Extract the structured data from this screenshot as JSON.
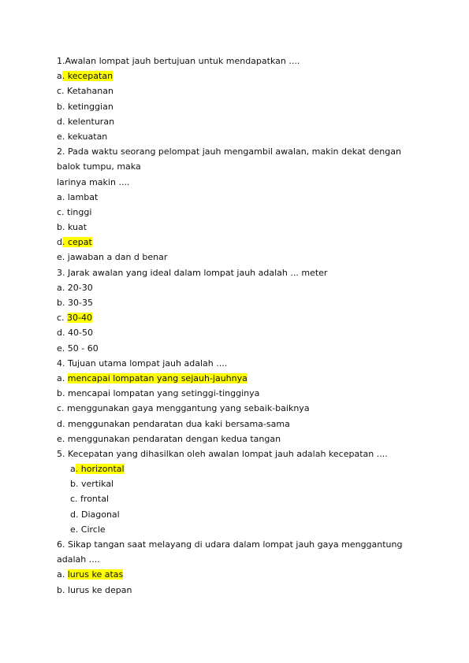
{
  "questions": [
    {
      "q": [
        "1.Awalan lompat jauh bertujuan untuk mendapatkan ...."
      ],
      "options": [
        {
          "prefix": "a",
          "text": ". kecepatan",
          "hl": true
        },
        {
          "prefix": "c. Ketahanan",
          "text": ""
        },
        {
          "prefix": "b. ketinggian",
          "text": ""
        },
        {
          "prefix": "d. kelenturan",
          "text": ""
        },
        {
          "prefix": "e. kekuatan",
          "text": ""
        }
      ]
    },
    {
      "q": [
        "2. Pada waktu seorang pelompat jauh mengambil awalan, makin dekat dengan",
        "balok tumpu, maka",
        "larinya makin ...."
      ],
      "options": [
        {
          "prefix": "a. lambat",
          "text": ""
        },
        {
          "prefix": "c. tinggi",
          "text": ""
        },
        {
          "prefix": "b. kuat",
          "text": ""
        },
        {
          "prefix": "d",
          "text": ". cepat",
          "hl": true
        },
        {
          "prefix": "e. jawaban a dan d benar",
          "text": ""
        }
      ]
    },
    {
      "q": [
        "3. Jarak awalan yang ideal dalam lompat jauh adalah ... meter"
      ],
      "options": [
        {
          "prefix": "a. 20-30",
          "text": ""
        },
        {
          "prefix": "b. 30-35",
          "text": ""
        },
        {
          "prefix": "c. ",
          "text": " 30-40",
          "hl": true
        },
        {
          "prefix": "d. 40-50",
          "text": ""
        },
        {
          "prefix": "e. 50 - 60",
          "text": ""
        }
      ]
    },
    {
      "q": [
        "4. Tujuan utama lompat jauh adalah ...."
      ],
      "options": [
        {
          "prefix": "a. ",
          "text": "mencapai lompatan yang sejauh-jauhnya",
          "hl": true
        },
        {
          "prefix": "b. mencapai   lompatan   yang   setinggi-tingginya",
          "text": ""
        },
        {
          "prefix": "c. menggunakan gaya menggantung yang sebaik-baiknya",
          "text": ""
        },
        {
          "prefix": "d. menggunakan pendaratan dua kaki bersama-sama",
          "text": ""
        },
        {
          "prefix": "e. menggunakan pendaratan dengan kedua tangan",
          "text": ""
        }
      ]
    },
    {
      "q": [
        "5. Kecepatan yang dihasilkan oleh awalan lompat jauh adalah kecepatan ...."
      ],
      "indent": true,
      "options": [
        {
          "prefix": "a",
          "text": ". horizontal",
          "hl": true
        },
        {
          "prefix": "b. vertikal",
          "text": ""
        },
        {
          "prefix": "c. frontal",
          "text": ""
        },
        {
          "prefix": "d. Diagonal",
          "text": ""
        },
        {
          "prefix": "e. Circle",
          "text": ""
        }
      ]
    },
    {
      "q": [
        "6. Sikap tangan saat melayang di udara dalam lompat jauh gaya menggantung",
        "adalah ...."
      ],
      "options": [
        {
          "prefix": "a. ",
          "text": "lurus ke atas",
          "hl": true
        },
        {
          "prefix": "b. lurus ke depan",
          "text": ""
        }
      ]
    }
  ]
}
